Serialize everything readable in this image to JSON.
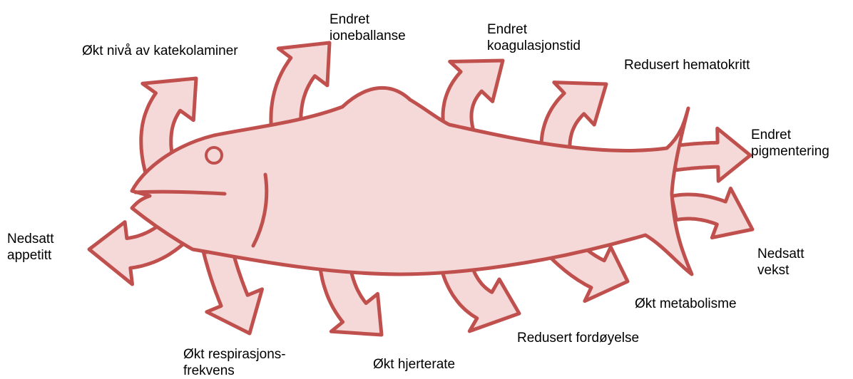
{
  "colors": {
    "fill": "#f4d9d8",
    "stroke": "#c0504d",
    "text": "#000000"
  },
  "labels": {
    "catecholamines": [
      "Økt nivå av katekolaminer"
    ],
    "ion_balance": [
      "Endret",
      "ioneballanse"
    ],
    "coagulation": [
      "Endret",
      "koagulasjonstid"
    ],
    "hematocrit": [
      "Redusert hematokritt"
    ],
    "pigmentation": [
      "Endret",
      "pigmentering"
    ],
    "growth": [
      "Nedsatt",
      "vekst"
    ],
    "metabolism": [
      "Økt metabolisme"
    ],
    "digestion": [
      "Redusert fordøyelse"
    ],
    "heart_rate": [
      "Økt hjerterate"
    ],
    "respiration": [
      "Økt respirasjons-",
      "frekvens"
    ],
    "appetite": [
      "Nedsatt",
      "appetitt"
    ]
  }
}
